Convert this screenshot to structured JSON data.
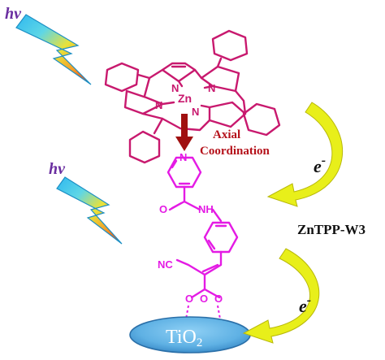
{
  "light_labels": [
    "hv",
    "hv"
  ],
  "porphyrin": {
    "metal": "Zn",
    "nitrogens": [
      "N",
      "N",
      "N",
      "N"
    ]
  },
  "annotation": {
    "line1": "Axial",
    "line2": "Coordination"
  },
  "linker": {
    "pyridine_n": "N",
    "amide_o": "O",
    "amide_nh": "NH",
    "nitrile": "NC",
    "carboxyl_o": [
      "O",
      "O",
      "O"
    ]
  },
  "electron_labels": [
    "e",
    "e"
  ],
  "electron_charge": "-",
  "complex_name": "ZnTPP-W3",
  "substrate": {
    "main": "TiO",
    "sub": "2"
  },
  "colors": {
    "porphyrin": "#c8196e",
    "linker": "#e41be4",
    "annotation": "#b5121b",
    "coord_arrow": "#a01010",
    "electron_arrow": "#e8ef1a",
    "tio2_fill": "#5fb1e4",
    "tio2_edge": "#2a6fa8"
  }
}
